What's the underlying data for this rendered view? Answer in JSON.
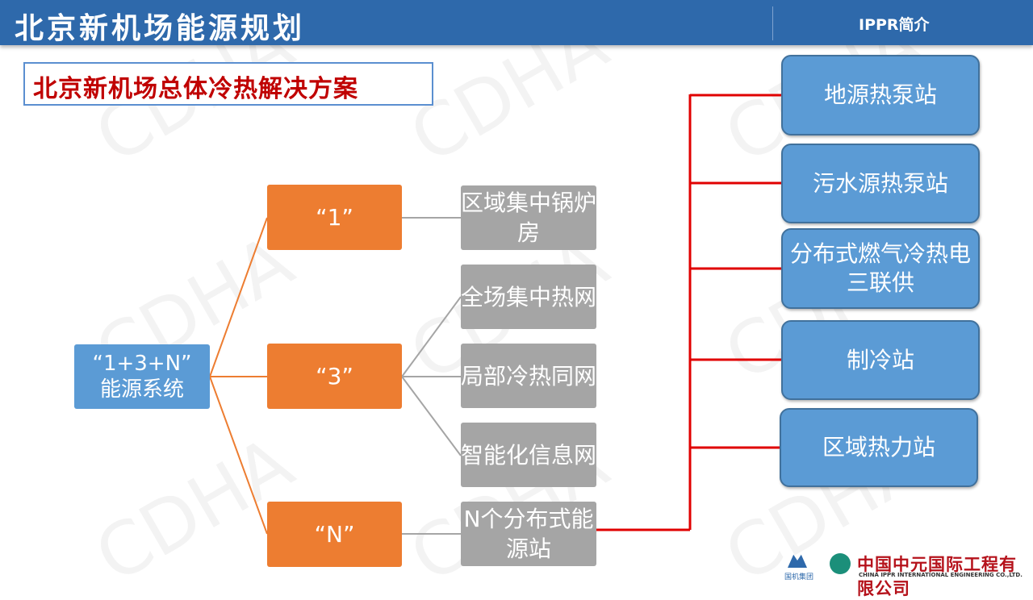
{
  "header": {
    "title": "北京新机场能源规划",
    "section": "IPPR简介"
  },
  "subtitle": "北京新机场总体冷热解决方案",
  "watermark": "CDHA",
  "diagram": {
    "root": [
      "“1+3+N”",
      "能源系统"
    ],
    "level1": [
      "“1”",
      "“3”",
      "“N”"
    ],
    "level2": [
      "区域集中锅炉房",
      "全场集中热网",
      "局部冷热同网",
      "智能化信息网",
      "N个分布式能源站"
    ],
    "level3": [
      "地源热泵站",
      "污水源热泵站",
      "分布式燃气冷热电三联供",
      "制冷站",
      "区域热力站"
    ]
  },
  "logo": {
    "group": "国机集团",
    "company": "中国中元国际工程有限公司",
    "company_en": "CHINA IPPR INTERNATIONAL ENGINEERING CO.,LTD."
  },
  "colors": {
    "header": "#2e69ab",
    "orange": "#ed7d31",
    "gray": "#a5a5a5",
    "blue": "#5b9bd5",
    "red": "#e00000"
  }
}
